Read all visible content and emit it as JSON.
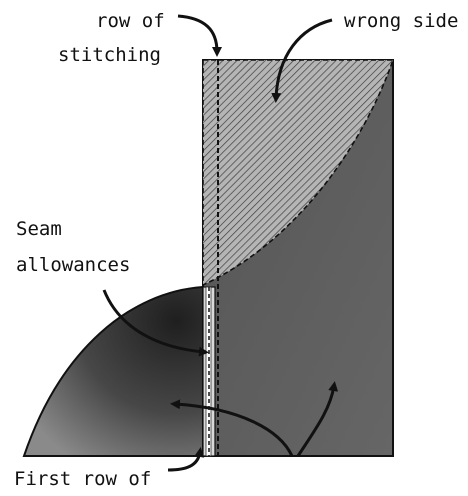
{
  "labels": {
    "row_of_stitching": {
      "line1": "row of",
      "line2": "stitching"
    },
    "wrong_side": "wrong side",
    "seam_allowances": {
      "line1": "Seam",
      "line2": "allowances"
    },
    "first_row_of": "First row of"
  },
  "colors": {
    "fabric_dark": "#5b5b5b",
    "fabric_darker": "#3a3a3a",
    "hatch_fill": "#b5b5b5",
    "hatch_line": "#444444",
    "outline": "#111111",
    "seam_strip": "#d9d9d9"
  }
}
